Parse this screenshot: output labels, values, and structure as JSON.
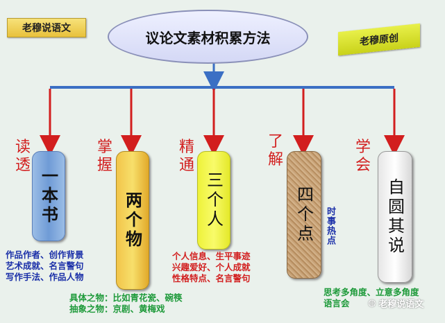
{
  "header": {
    "tag": "老穆说语文",
    "title": "议论文素材积累方法",
    "banner": "老穆原创"
  },
  "branches": [
    {
      "verb": "读透",
      "pill": "一本书",
      "notes": "作品作者、创作背景\n艺术成就、名言警句\n写作手法、作品人物"
    },
    {
      "verb": "掌握",
      "pill": "两个物",
      "notes": "具体之物：比如青花瓷、碗筷\n抽象之物：京剧、黄梅戏"
    },
    {
      "verb": "精通",
      "pill": "三个人",
      "notes": "个人信息、生平事迹\n兴趣爱好、个人成就\n性格特点、名言警句"
    },
    {
      "verb": "了解",
      "pill": "四个点",
      "notes": "时事热点"
    },
    {
      "verb": "学会",
      "pill": "自圆其说",
      "notes": "思考多角度、立意多角度\n语言会"
    }
  ],
  "watermark": "老穆说语文",
  "colors": {
    "line": "#3b6fc4",
    "arrow": "#d21e1e"
  }
}
